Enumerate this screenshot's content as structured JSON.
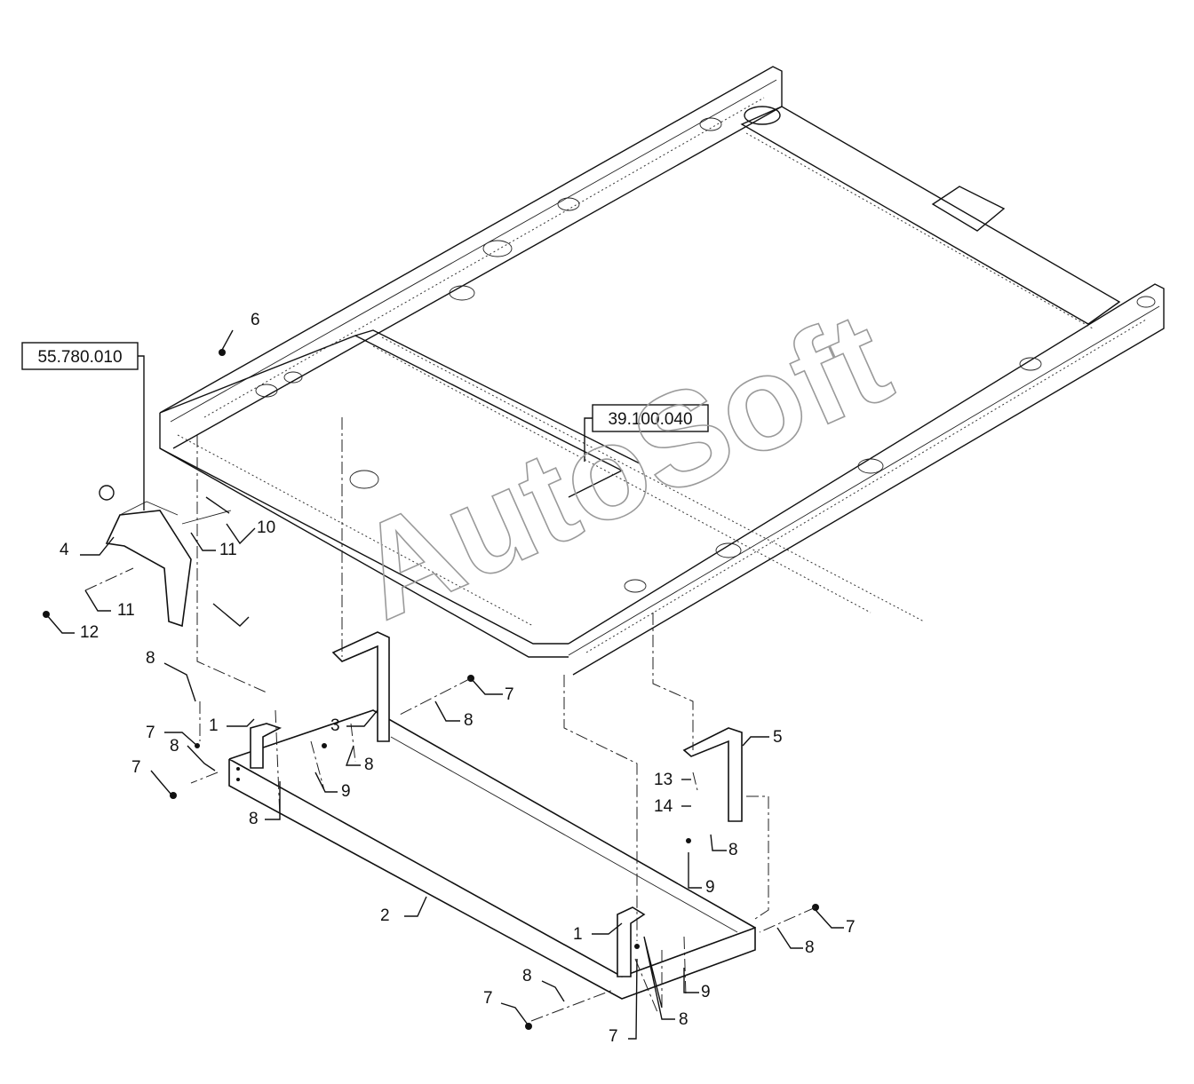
{
  "references": {
    "ref_left": "55.780.010",
    "ref_center": "39.100.040"
  },
  "watermark": "AutoSoft",
  "callouts": {
    "c6": "6",
    "c10": "10",
    "c11a": "11",
    "c4": "4",
    "c11b": "11",
    "c12": "12",
    "c8a": "8",
    "c7a": "7",
    "c1a": "1",
    "c8b": "8",
    "c7b": "7",
    "c8c": "8",
    "c3": "3",
    "c8d": "8",
    "c7c": "7",
    "c8e": "8",
    "c9a": "9",
    "c5": "5",
    "c13": "13",
    "c14": "14",
    "c8f": "8",
    "c9b": "9",
    "c2": "2",
    "c1b": "1",
    "c7d": "7",
    "c8g": "8",
    "c9c": "9",
    "c8h": "8",
    "c7e": "7",
    "c8i": "8",
    "c7f": "7"
  },
  "colors": {
    "line": "#111111",
    "watermark": "#9a9a9a",
    "background": "#ffffff"
  }
}
